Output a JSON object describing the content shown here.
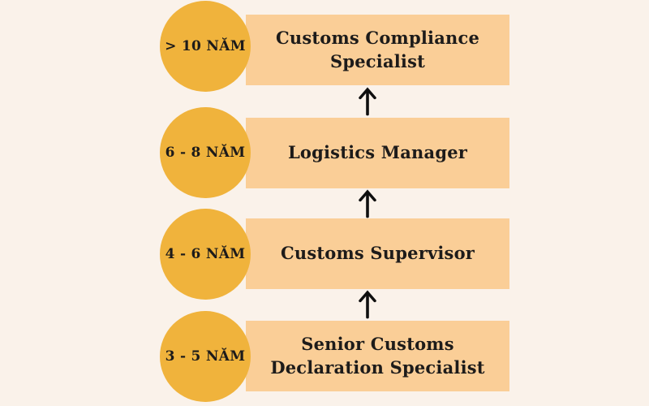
{
  "diagram": {
    "levels": [
      {
        "years": "> 10 NĂM",
        "title": "Customs Compliance Specialist"
      },
      {
        "years": "6 - 8 NĂM",
        "title": "Logistics Manager"
      },
      {
        "years": "4 - 6 NĂM",
        "title": "Customs Supervisor"
      },
      {
        "years": "3 - 5 NĂM",
        "title": "Senior Customs Declaration Specialist"
      }
    ],
    "colors": {
      "background": "#FAF2EA",
      "circle": "#F0B33C",
      "bar": "#FACE97",
      "text": "#1D1B1A",
      "arrow": "#0F0F0F"
    }
  }
}
